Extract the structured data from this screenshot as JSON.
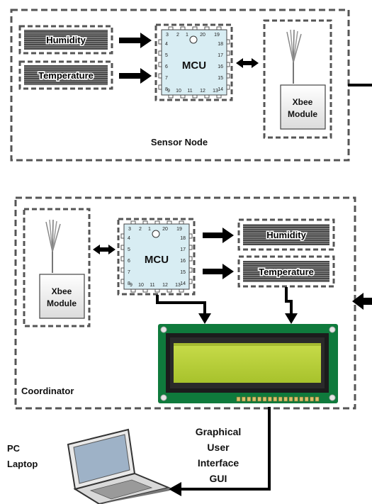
{
  "sensor_node": {
    "title": "Sensor Node",
    "humidity": "Humidity",
    "temperature": "Temperature",
    "mcu": "MCU",
    "xbee_line1": "Xbee",
    "xbee_line2": "Module"
  },
  "coordinator": {
    "title": "Coordinator",
    "humidity": "Humidity",
    "temperature": "Temperature",
    "mcu": "MCU",
    "xbee_line1": "Xbee",
    "xbee_line2": "Module"
  },
  "pins": {
    "top": [
      "3",
      "2",
      "1",
      "20",
      "19"
    ],
    "left": [
      "4",
      "5",
      "6",
      "7",
      "8"
    ],
    "right": [
      "18",
      "17",
      "16",
      "15",
      "14"
    ],
    "bottom": [
      "9",
      "10",
      "11",
      "12",
      "13"
    ]
  },
  "pc": {
    "line1": "PC",
    "line2": "Laptop"
  },
  "gui": {
    "line1": "Graphical",
    "line2": "User",
    "line3": "Interface",
    "line4": "GUI"
  },
  "colors": {
    "dash": "#555555",
    "mcu_fill": "#d8edf3",
    "lcd_screen": "#b9d23a",
    "pcb": "#0f7a3c",
    "arrow": "#000000"
  }
}
